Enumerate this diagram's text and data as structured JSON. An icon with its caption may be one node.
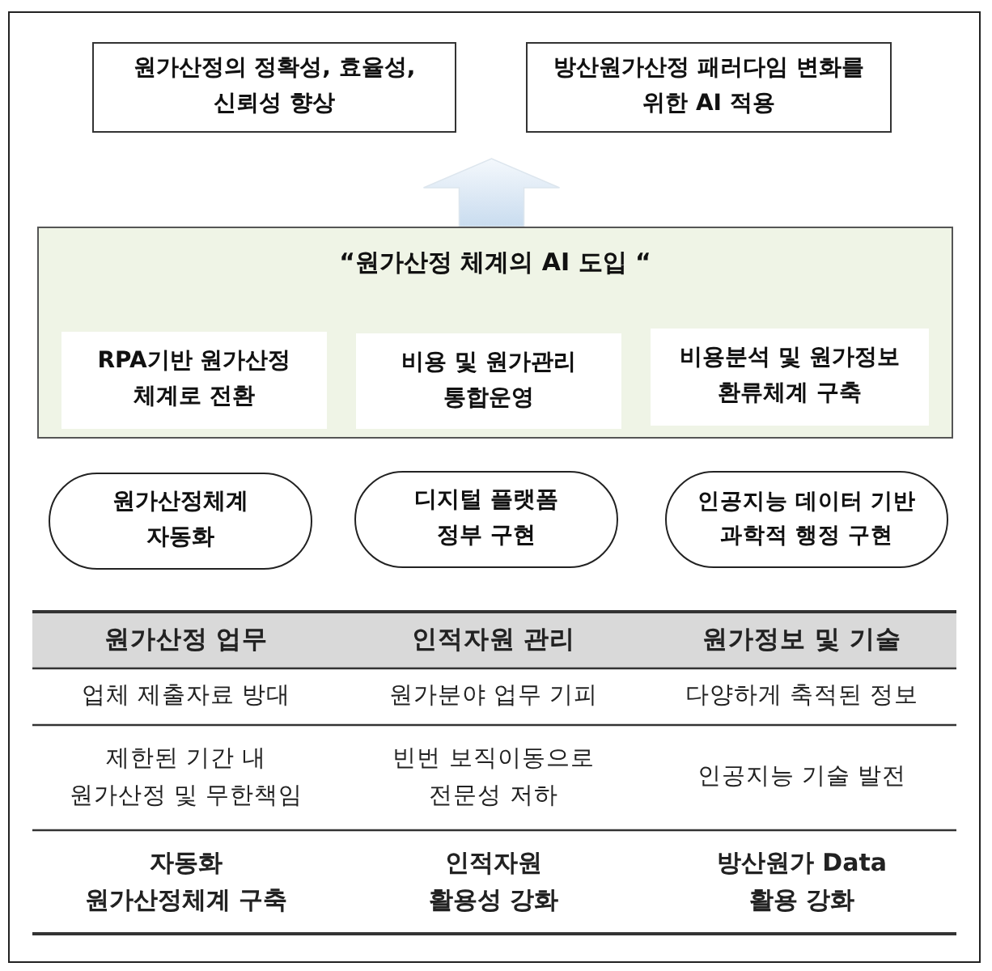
{
  "diagram": {
    "nodes": [
      {
        "text": [
          "원가산정의 정확성, 효율성, 신뢰성 향상"
        ]
      },
      {
        "text": [
          "방산원가산정 패러다임 변화를 위한 AI 적용"
        ]
      },
      {
        "text": [
          "“원가산정 체계의 AI 도입 “"
        ]
      },
      {
        "text": [
          "RPA기반 원가산정 체계로 전환"
        ],
        "in": 2
      },
      {
        "text": [
          "비용 및 원가관리 통합운영"
        ],
        "in": 2
      },
      {
        "text": [
          "비용분석 및 원가정보 환류체계 구축"
        ],
        "in": 2
      },
      {
        "text": [
          "원가산정체계 자동화"
        ]
      },
      {
        "text": [
          "디지털 플랫폼 정부 구현"
        ]
      },
      {
        "text": [
          "인공지능 데이터 기반 과학적 행정 구현"
        ]
      }
    ],
    "edges": [
      {
        "from": 2,
        "to": 0,
        "arrow": "to",
        "style": "thick"
      },
      {
        "from": 2,
        "to": 1,
        "arrow": "to",
        "style": "thick"
      }
    ],
    "labels": [
      "원가산정 업무",
      "인적자원 관리",
      "원가정보 및 기술",
      "업체 제출자료 방대",
      "원가분야 업무 기피",
      "다양하게 축적된 정보",
      "제한된 기간 내 원가산정 및 무한책임",
      "빈번 보직이동으로 전문성 저하",
      "인공지능 기술 발전",
      "자동화 원가산정체계 구축",
      "인적자원 활용성 강화",
      "방산원가 Data 활용 강화"
    ]
  }
}
